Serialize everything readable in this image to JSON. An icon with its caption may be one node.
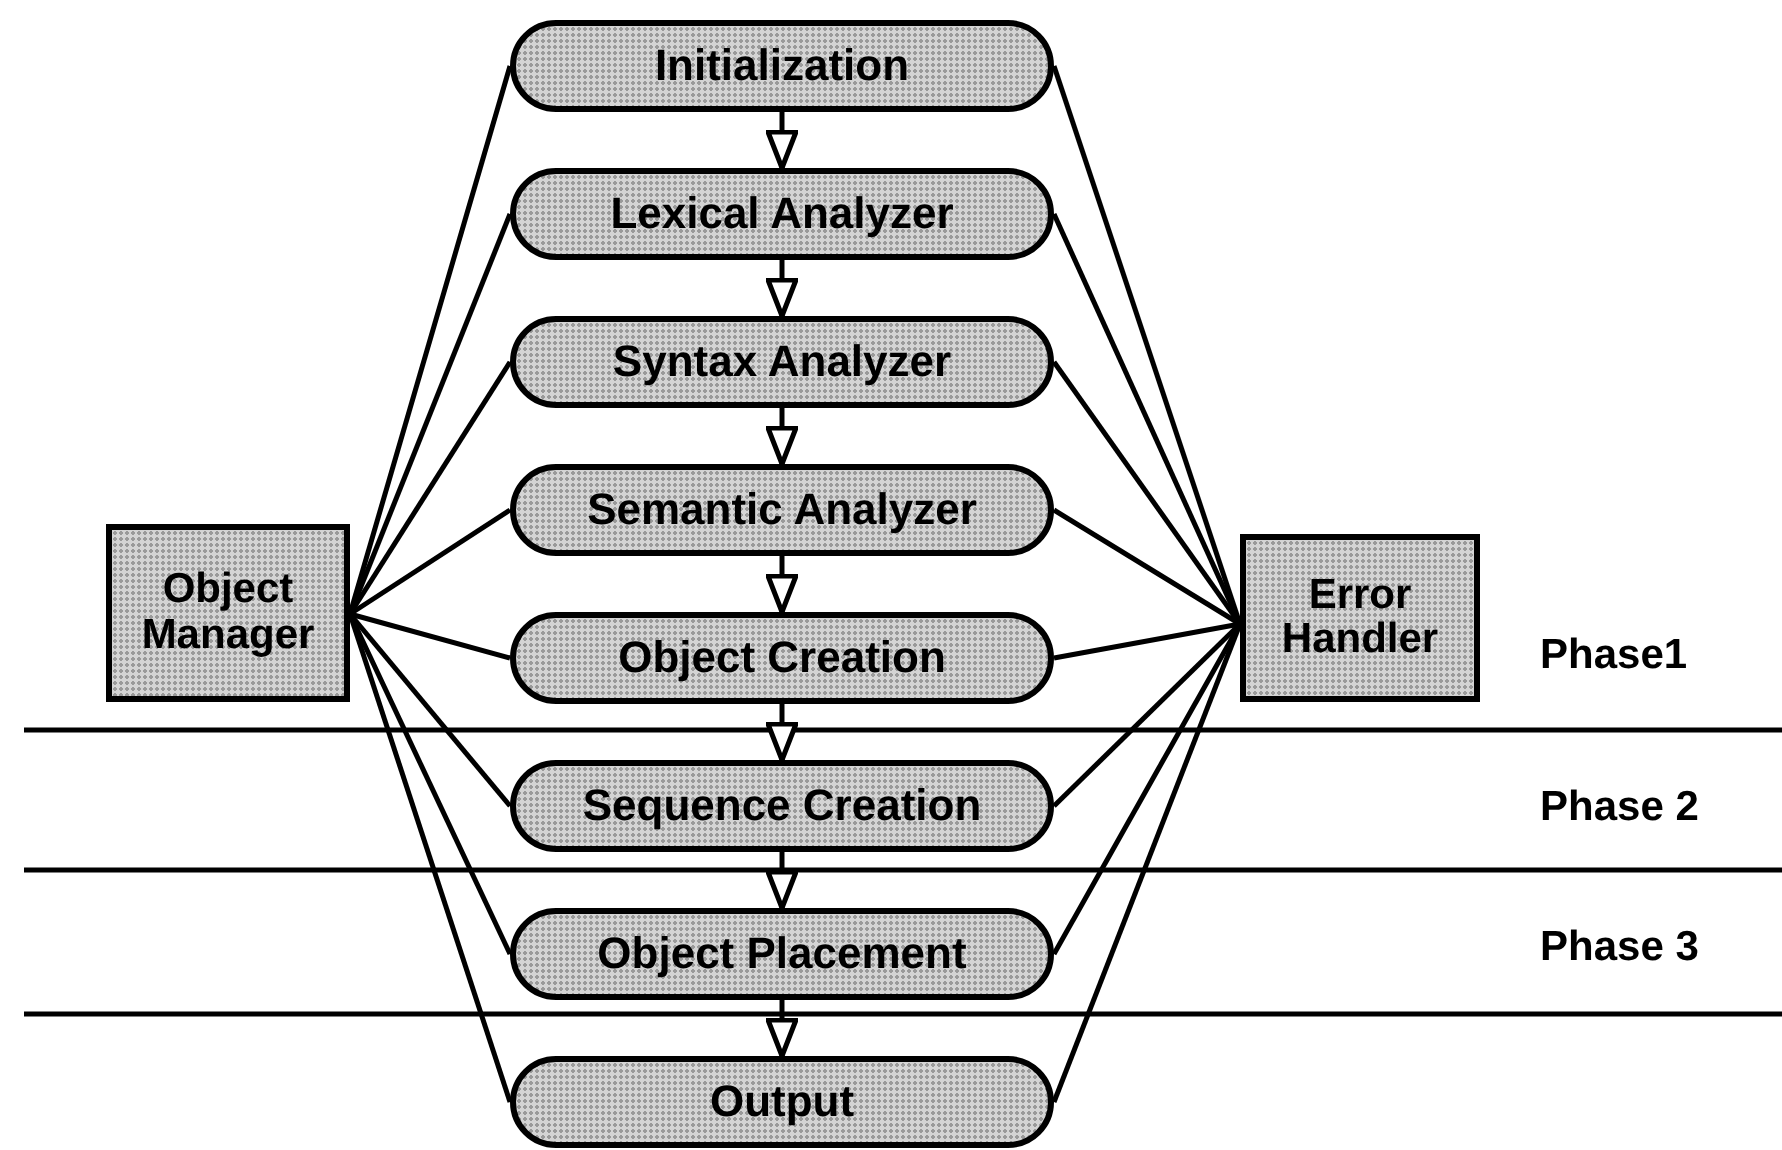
{
  "diagram": {
    "nodes": [
      {
        "text": [
          "Initialization"
        ]
      },
      {
        "text": [
          "Lexical Analyzer"
        ]
      },
      {
        "text": [
          "Syntax Analyzer"
        ]
      },
      {
        "text": [
          "Semantic Analyzer"
        ]
      },
      {
        "text": [
          "Object Creation"
        ]
      },
      {
        "text": [
          "Sequence Creation"
        ]
      },
      {
        "text": [
          "Object Placement"
        ]
      },
      {
        "text": [
          "Output"
        ]
      },
      {
        "text": [
          "Object Manager"
        ]
      },
      {
        "text": [
          "Error Handler"
        ]
      }
    ],
    "edges": [
      {
        "from": 0,
        "to": 1,
        "arrow": "to"
      },
      {
        "from": 1,
        "to": 2,
        "arrow": "to"
      },
      {
        "from": 2,
        "to": 3,
        "arrow": "to"
      },
      {
        "from": 3,
        "to": 4,
        "arrow": "to"
      },
      {
        "from": 4,
        "to": 5,
        "arrow": "to"
      },
      {
        "from": 5,
        "to": 6,
        "arrow": "to"
      },
      {
        "from": 6,
        "to": 7,
        "arrow": "to"
      },
      {
        "from": 8,
        "to": 0,
        "arrow": "none"
      },
      {
        "from": 8,
        "to": 1,
        "arrow": "none"
      },
      {
        "from": 8,
        "to": 2,
        "arrow": "none"
      },
      {
        "from": 8,
        "to": 3,
        "arrow": "none"
      },
      {
        "from": 8,
        "to": 4,
        "arrow": "none"
      },
      {
        "from": 8,
        "to": 5,
        "arrow": "none"
      },
      {
        "from": 8,
        "to": 6,
        "arrow": "none"
      },
      {
        "from": 8,
        "to": 7,
        "arrow": "none"
      },
      {
        "from": 0,
        "to": 9,
        "arrow": "none"
      },
      {
        "from": 1,
        "to": 9,
        "arrow": "none"
      },
      {
        "from": 2,
        "to": 9,
        "arrow": "none"
      },
      {
        "from": 3,
        "to": 9,
        "arrow": "none"
      },
      {
        "from": 4,
        "to": 9,
        "arrow": "none"
      },
      {
        "from": 5,
        "to": 9,
        "arrow": "none"
      },
      {
        "from": 6,
        "to": 9,
        "arrow": "none"
      },
      {
        "from": 7,
        "to": 9,
        "arrow": "none"
      }
    ],
    "labels": [
      "Phase1",
      "Phase 2",
      "Phase 3"
    ]
  }
}
